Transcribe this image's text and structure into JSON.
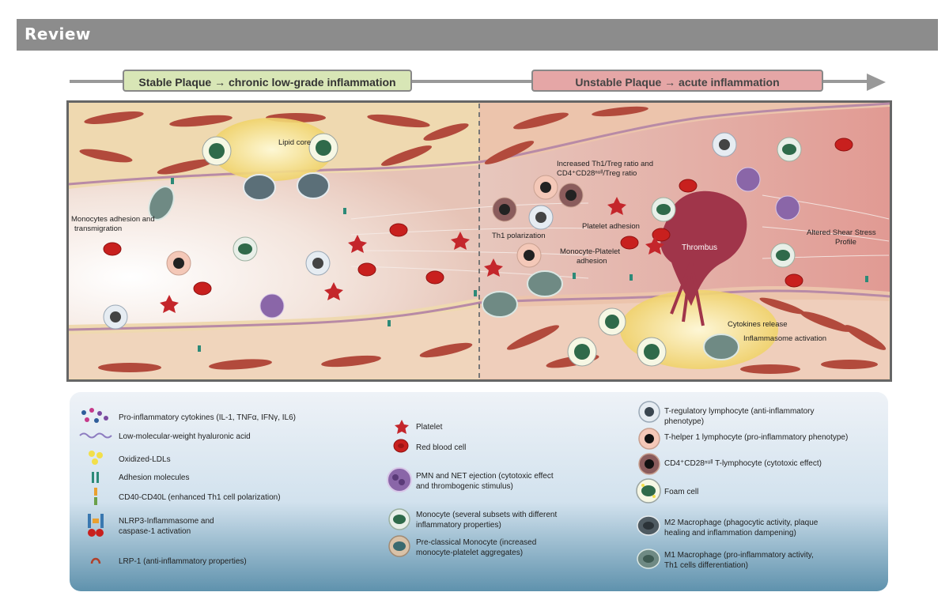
{
  "header": {
    "title": "Review"
  },
  "stages": {
    "stable": "Stable Plaque → chronic low-grade inflammation",
    "unstable": "Unstable Plaque → acute inflammation"
  },
  "scene_labels": {
    "lipid_core": "Lipid core",
    "monocytes_adhesion_1": "Monocytes adhesion and",
    "monocytes_adhesion_2": "transmigration",
    "th1_treg_1": "Increased Th1/Treg ratio and",
    "th1_treg_2": "CD4⁺CD28ⁿᵘˡˡ/Treg ratio",
    "th1_polarization": "Th1 polarization",
    "platelet_adhesion": "Platelet adhesion",
    "monocyte_platelet_1": "Monocyte-Platelet",
    "monocyte_platelet_2": "adhesion",
    "thrombus": "Thrombus",
    "shear_stress_1": "Altered Shear Stress",
    "shear_stress_2": "Profile",
    "cytokines_release": "Cytokines release",
    "inflammasome_activation": "Inflammasome activation"
  },
  "legend": {
    "col1": [
      {
        "icon": "cytokines-icon",
        "text": "Pro-inflammatory cytokines  (IL-1, TNFα, IFNγ, IL6)"
      },
      {
        "icon": "hyaluronic-acid-icon",
        "text": "Low-molecular-weight hyaluronic acid"
      },
      {
        "icon": "oxidized-ldl-icon",
        "text": "Oxidized-LDLs"
      },
      {
        "icon": "adhesion-molecule-icon",
        "text": "Adhesion molecules"
      },
      {
        "icon": "cd40-icon",
        "text": "CD40-CD40L (enhanced Th1 cell polarization)"
      },
      {
        "icon": "nlrp3-icon",
        "text1": "NLRP3-Inflammasome and",
        "text2": "caspase-1 activation"
      },
      {
        "icon": "lrp1-icon",
        "text": "LRP-1 (anti-inflammatory properties)"
      }
    ],
    "col2": [
      {
        "icon": "platelet-icon",
        "text": "Platelet"
      },
      {
        "icon": "red-blood-cell-icon",
        "text": "Red blood cell"
      },
      {
        "icon": "pmn-icon",
        "text1": "PMN and NET ejection (cytotoxic effect",
        "text2": "and thrombogenic stimulus)"
      },
      {
        "icon": "monocyte-icon",
        "text1": "Monocyte (several subsets with different",
        "text2": "inflammatory properties)"
      },
      {
        "icon": "pre-classical-monocyte-icon",
        "text1": "Pre-classical Monocyte (increased",
        "text2": "monocyte-platelet aggregates)"
      }
    ],
    "col3": [
      {
        "icon": "treg-icon",
        "text1": "T-regulatory lymphocyte (anti-inflammatory",
        "text2": "phenotype)"
      },
      {
        "icon": "th1-icon",
        "text": "T-helper 1 lymphocyte (pro-inflammatory phenotype)"
      },
      {
        "icon": "cd4-cd28null-icon",
        "text": "CD4⁺CD28ⁿᵘˡˡ T-lymphocyte (cytotoxic effect)"
      },
      {
        "icon": "foam-cell-icon",
        "text": "Foam cell"
      },
      {
        "icon": "m2-macrophage-icon",
        "text1": "M2 Macrophage (phagocytic activity, plaque",
        "text2": "healing and inflammation dampening)"
      },
      {
        "icon": "m1-macrophage-icon",
        "text1": "M1 Macrophage (pro-inflammatory activity,",
        "text2": "Th1 cells differentiation)"
      }
    ]
  },
  "colors": {
    "header_bg": "#8c8c8c",
    "stable_bg": "#d8e6b6",
    "unstable_bg": "#e5a6a6",
    "red_blood_cell": "#c8201e",
    "platelet": "#c4262b",
    "monocyte": "#2f6a4a",
    "smooth_muscle": "#b24a3c",
    "lipid": "#f2dc78",
    "legend_bottom": "#5f92ad"
  }
}
